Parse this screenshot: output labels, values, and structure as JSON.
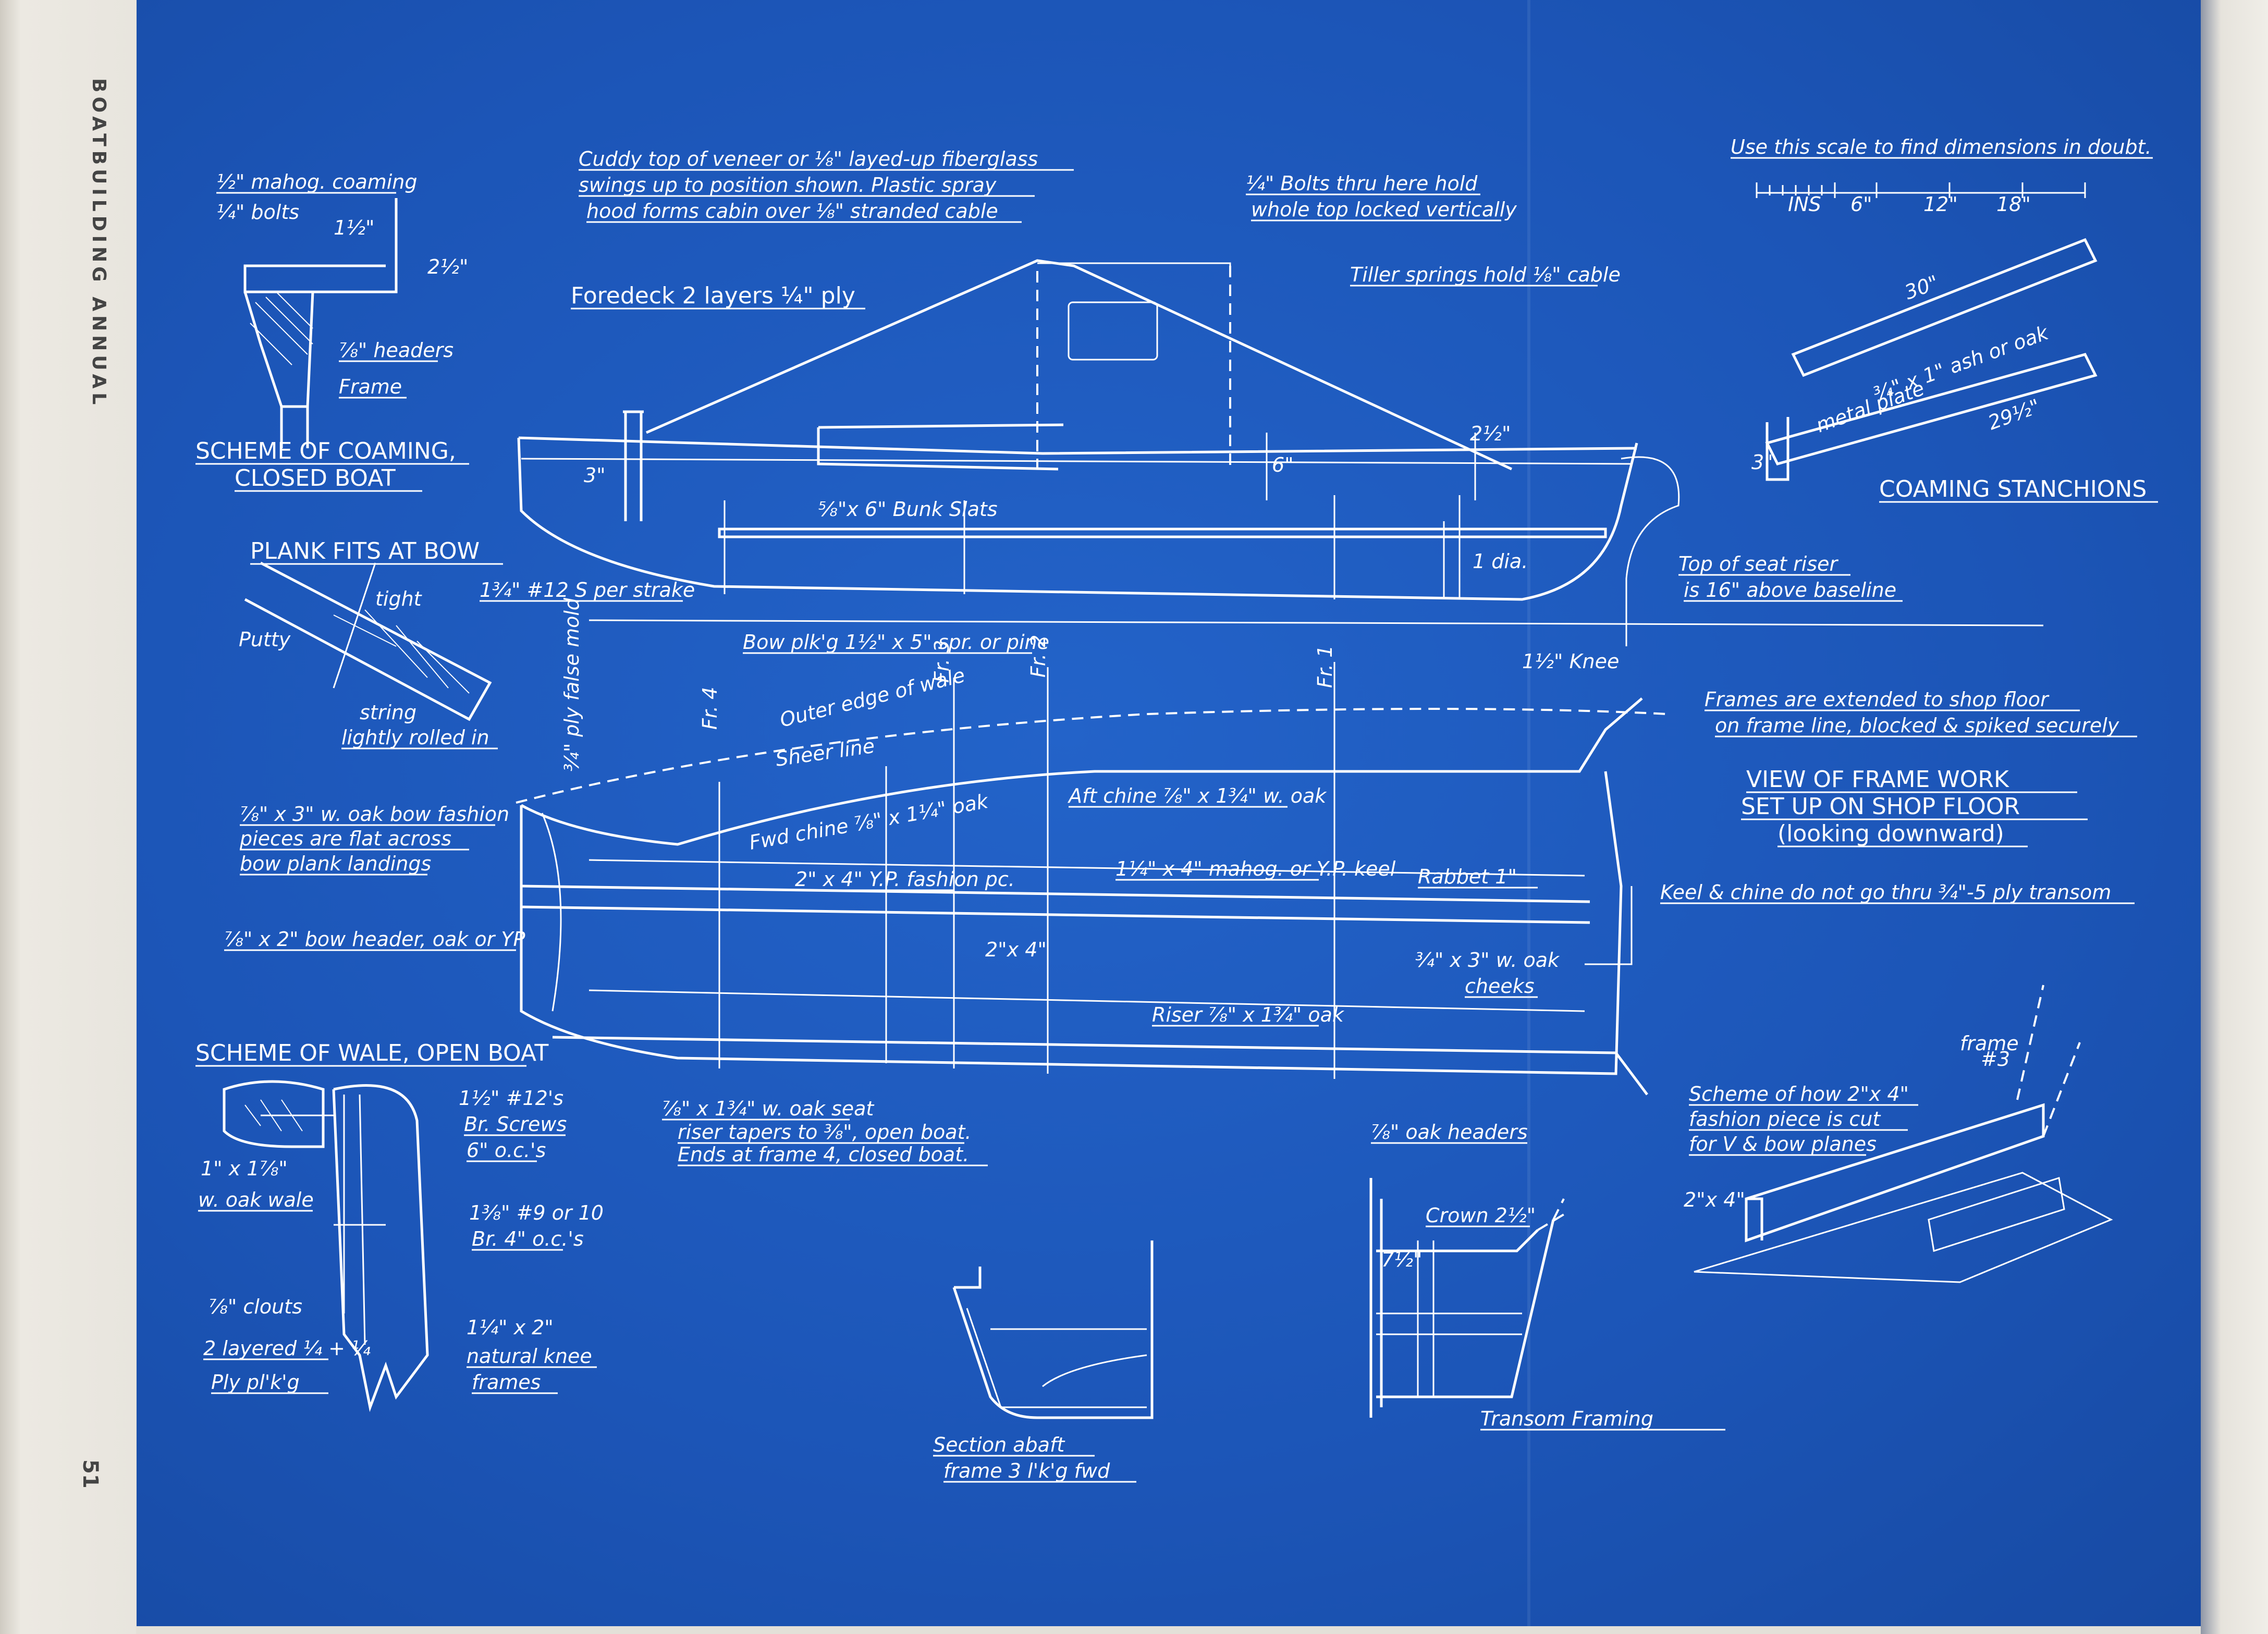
{
  "margin": {
    "running_head": "BOATBUILDING ANNUAL",
    "page_number": "51"
  },
  "coaming_scheme": {
    "title_1": "SCHEME OF COAMING,",
    "title_2": "CLOSED BOAT",
    "l1": "½\" mahog. coaming",
    "l2": "¼\" bolts",
    "l3": "1½\"",
    "l4": "2½\"",
    "l5": "⅞\" headers",
    "l6": "Frame"
  },
  "cuddy": {
    "l1": "Cuddy top of veneer or ⅛\" layed-up fiberglass",
    "l2": "swings up to position shown. Plastic spray",
    "l3": "hood forms cabin over ⅛\" stranded cable"
  },
  "bolts_note": {
    "l1": "¼\" Bolts thru here hold",
    "l2": "whole top locked vertically"
  },
  "tiller_note": "Tiller springs hold ⅛\" cable",
  "foredeck": "Foredeck 2 layers ¼\" ply",
  "scale": {
    "note": "Use this scale to find dimensions in doubt.",
    "t1": "INS",
    "t2": "6\"",
    "t3": "12\"",
    "t4": "18\""
  },
  "stanchions": {
    "title": "COAMING STANCHIONS",
    "d1": "30\"",
    "d2": "¾\" x 1\" ash or oak",
    "d3": "metal plate",
    "d4": "29½\"",
    "d5": "3\""
  },
  "profile": {
    "bunk": "⅝\"x 6\" Bunk Slats",
    "d6": "6\"",
    "d2half": "2½\"",
    "dia": "1 dia.",
    "three": "3\""
  },
  "bow_plank": {
    "title": "PLANK FITS AT BOW",
    "tight": "tight",
    "screws": "1¾\" #12 S per strake",
    "putty": "Putty",
    "string1": "string",
    "string2": "lightly rolled in"
  },
  "seat_riser_note": {
    "l1": "Top of seat riser",
    "l2": "is 16\" above baseline"
  },
  "bow_plkg": "Bow plk'g 1½\" x 5\" spr. or pine",
  "knee": "1½\" Knee",
  "frames_note": {
    "l1": "Frames are extended to shop floor",
    "l2": "on frame line, blocked & spiked securely"
  },
  "framework": {
    "title_1": "VIEW OF FRAME WORK",
    "title_2": "SET UP ON SHOP FLOOR",
    "title_3": "(looking downward)",
    "false_mold": "¾\" ply false mold",
    "fr4": "Fr. 4",
    "fr3": "Fr. 3",
    "fr2": "Fr. 2",
    "fr1": "Fr. 1",
    "outer_wale": "Outer edge of wale",
    "sheer": "Sheer line",
    "aft_chine": "Aft chine ⅞\" x 1¾\" w. oak",
    "fwd_chine": "Fwd chine ⅞\" x 1¼\" oak",
    "keel": "1¼\" x 4\" mahog. or Y.P. keel",
    "rabbet": "Rabbet 1\"",
    "fashion": "2\" x 4\" Y.P. fashion pc.",
    "bow_fashion_1": "⅞\" x 3\" w. oak bow fashion",
    "bow_fashion_2": "pieces are flat across",
    "bow_fashion_3": "bow plank landings",
    "bow_header": "⅞\" x 2\" bow header, oak or YP",
    "keel_chine": "Keel & chine do not go thru ¾\"-5 ply transom",
    "cheeks_1": "¾\" x 3\" w. oak",
    "cheeks_2": "cheeks",
    "two_by_four": "2\"x 4\"",
    "riser": "Riser ⅞\" x 1¾\" oak",
    "seat_1": "⅞\" x 1¾\" w. oak seat",
    "seat_2": "riser tapers to ⅜\", open boat.",
    "seat_3": "Ends at frame 4, closed boat.",
    "headers": "⅞\" oak headers"
  },
  "wale_scheme": {
    "title": "SCHEME OF WALE, OPEN BOAT",
    "l1": "1½\" #12's",
    "l2": "Br. Screws",
    "l3": "6\" o.c.'s",
    "l4": "1\" x 1⅞\"",
    "l5": "w. oak wale",
    "l6": "1⅜\" #9 or 10",
    "l7": "Br. 4\" o.c.'s",
    "l8": "⅞\" clouts",
    "l9": "2 layered ¼ + ¼",
    "l10": "Ply pl'k'g",
    "l11": "1¼\" x 2\"",
    "l12": "natural knee",
    "l13": "frames"
  },
  "section": {
    "l1": "Section abaft",
    "l2": "frame 3 l'k'g fwd"
  },
  "transom": {
    "crown": "Crown 2½\"",
    "d": "7½\"",
    "title": "Transom Framing"
  },
  "fashion_scheme": {
    "l1": "Scheme of how 2\"x 4\"",
    "l2": "fashion piece is cut",
    "l3": "for V & bow planes",
    "frame_1": "frame",
    "frame_2": "#3",
    "two_by_four": "2\"x 4\""
  }
}
